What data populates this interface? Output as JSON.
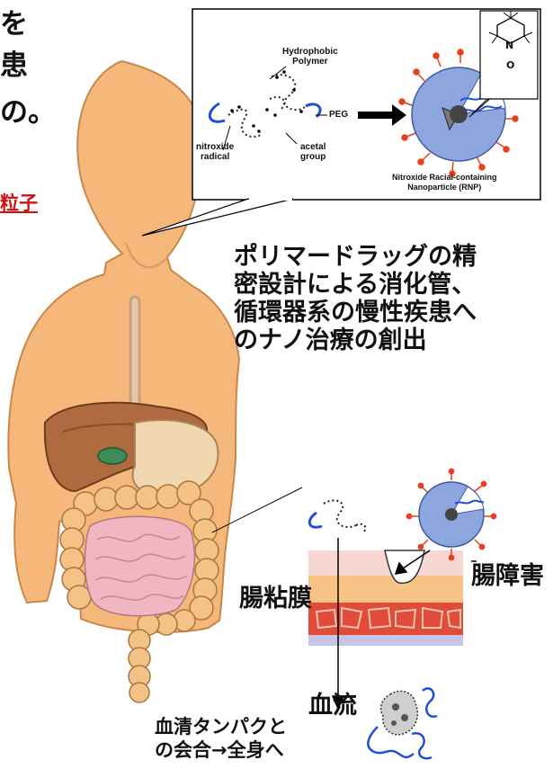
{
  "partial_heading": [
    "を",
    "患",
    "の。"
  ],
  "partial_red": "粒子",
  "inset": {
    "hydrophobic": "Hydrophobic\nPolymer",
    "peg": "PEG",
    "nitroxide": "nitroxide\nradical",
    "acetal": "acetal\ngroup",
    "rnp": "Nitroxide Racial-containing\nNanoparticle (RNP)",
    "atom_n": "N",
    "atom_o": "O"
  },
  "title": [
    "ポリマードラッグの精",
    "密設計による消化管、",
    "循環器系の慢性疾患へ",
    "のナノ治療の創出"
  ],
  "labels": {
    "intestinal_mucosa": "腸粘膜",
    "intestinal_damage": "腸障害",
    "blood_flow": "血流",
    "serum": [
      "血清タンパクと",
      "の会合→全身へ"
    ]
  },
  "colors": {
    "skin": "#f6b87a",
    "skin_outline": "#c8874b",
    "nanoparticle": "#8da7de",
    "spike": "#e8401c",
    "polymer": "#1f4fd8",
    "red_text": "#d01010"
  }
}
